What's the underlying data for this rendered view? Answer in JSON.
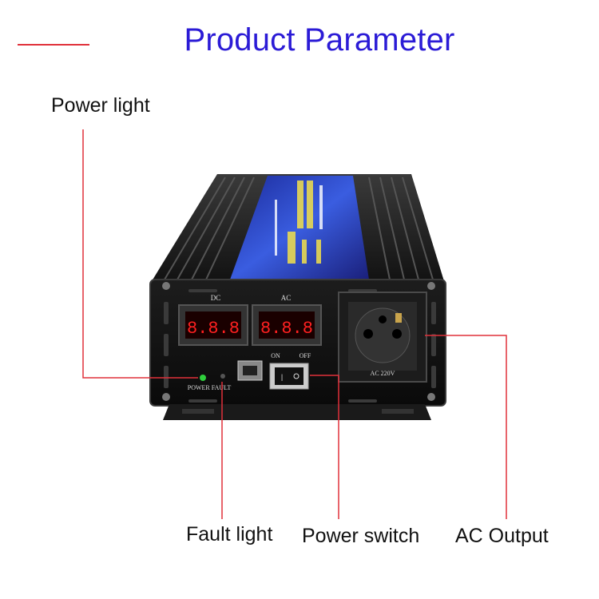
{
  "title": "Product Parameter",
  "accent_color": "#2b1bd6",
  "leader_color": "#e0303a",
  "callouts": {
    "power_light": "Power light",
    "fault_light": "Fault light",
    "power_switch": "Power switch",
    "ac_output": "AC Output"
  },
  "panel": {
    "dc_label": "DC",
    "ac_label": "AC",
    "dc_display": "8.8.8",
    "ac_display": "8.8.8",
    "indicator_label": "POWER FAULT",
    "switch_on": "ON",
    "switch_off": "OFF",
    "outlet_label": "AC 220V"
  }
}
